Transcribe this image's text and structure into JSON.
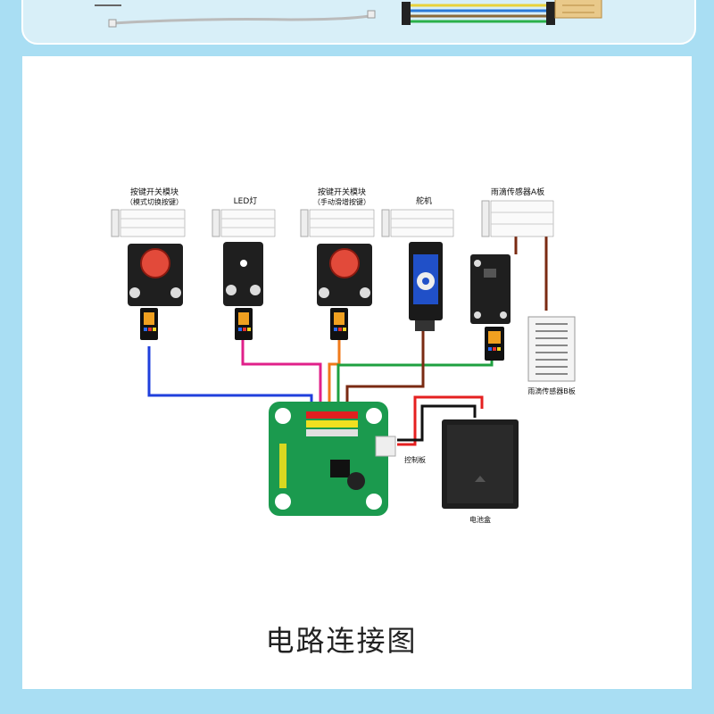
{
  "caption": "电路连接图",
  "modules": {
    "button1": {
      "title": "按键开关模块",
      "subtitle": "（模式切换按键）"
    },
    "led": {
      "title": "LED灯"
    },
    "button2": {
      "title": "按键开关模块",
      "subtitle": "（手动滑增按键）"
    },
    "servo": {
      "title": "舵机"
    },
    "rain_a": {
      "title": "雨滴传感器A板"
    },
    "rain_b": {
      "title": "雨滴传感器B板"
    },
    "battery": {
      "title": "电池盒"
    },
    "controller": {
      "title": "控制板"
    }
  },
  "wire_colors": {
    "blue": "#1f3fdc",
    "pink": "#e0208a",
    "orange": "#f07a1a",
    "green": "#1fa040",
    "brown": "#7a2a12",
    "red": "#e52020",
    "black": "#111111"
  }
}
